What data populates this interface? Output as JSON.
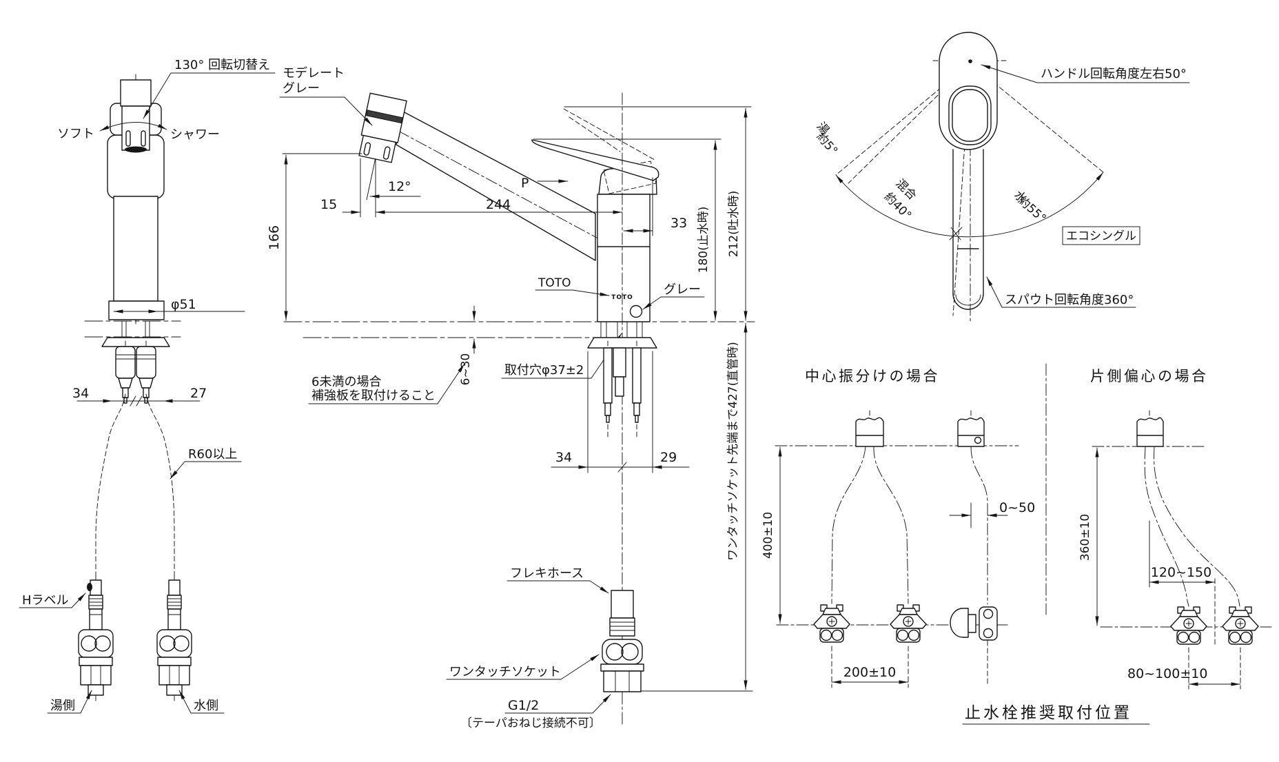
{
  "front_view": {
    "rotation_switch": "130° 回転切替え",
    "soft": "ソフト",
    "shower": "シャワー",
    "dia": "φ51",
    "dim34": "34",
    "dim27": "27",
    "r60": "R60以上",
    "h_label": "Hラベル",
    "hot_side": "湯側",
    "cold_side": "水側"
  },
  "side_view": {
    "head_color_line1": "モデレート",
    "head_color_line2": "グレー",
    "angle12": "12°",
    "dim15": "15",
    "dim244": "244",
    "dim166": "166",
    "p": "P",
    "dim33": "33",
    "toto_callout": "TOTO",
    "toto_logo": "TOTO",
    "gray_callout": "グレー",
    "dim180": "180(止水時)",
    "dim212": "212(吐水時)",
    "dim427": "ワンタッチソケット先端まで427(直管時)",
    "note_line1": "6未満の場合",
    "note_line2": "補強板を取付けること",
    "dim6_30": "6~30",
    "mount_hole": "取付穴φ37±2",
    "dim34": "34",
    "dim29": "29",
    "flex_hose": "フレキホース",
    "one_touch_socket": "ワンタッチソケット",
    "g_half": "G1/2",
    "g_half_note": "〔テーパおねじ接続不可〕"
  },
  "top_view": {
    "handle_rotation": "ハンドル回転角度左右50°",
    "hot": "湯",
    "hot_angle": "約5°",
    "mix": "混合",
    "mix_angle": "約40°",
    "cold": "水",
    "cold_angle": "約55°",
    "eco_single": "エコシングル",
    "spout_rotation": "スパウト回転角度360°"
  },
  "install_center": {
    "title": "中心振分けの場合",
    "height": "400±10",
    "offset": "0~50",
    "pitch": "200±10"
  },
  "install_offset": {
    "title": "片側偏心の場合",
    "height": "360±10",
    "reach": "120~150",
    "pitch": "80~100±10"
  },
  "note": {
    "recommended": "止水栓推奨取付位置"
  },
  "colors": {
    "line": "#161616",
    "background": "#ffffff"
  }
}
